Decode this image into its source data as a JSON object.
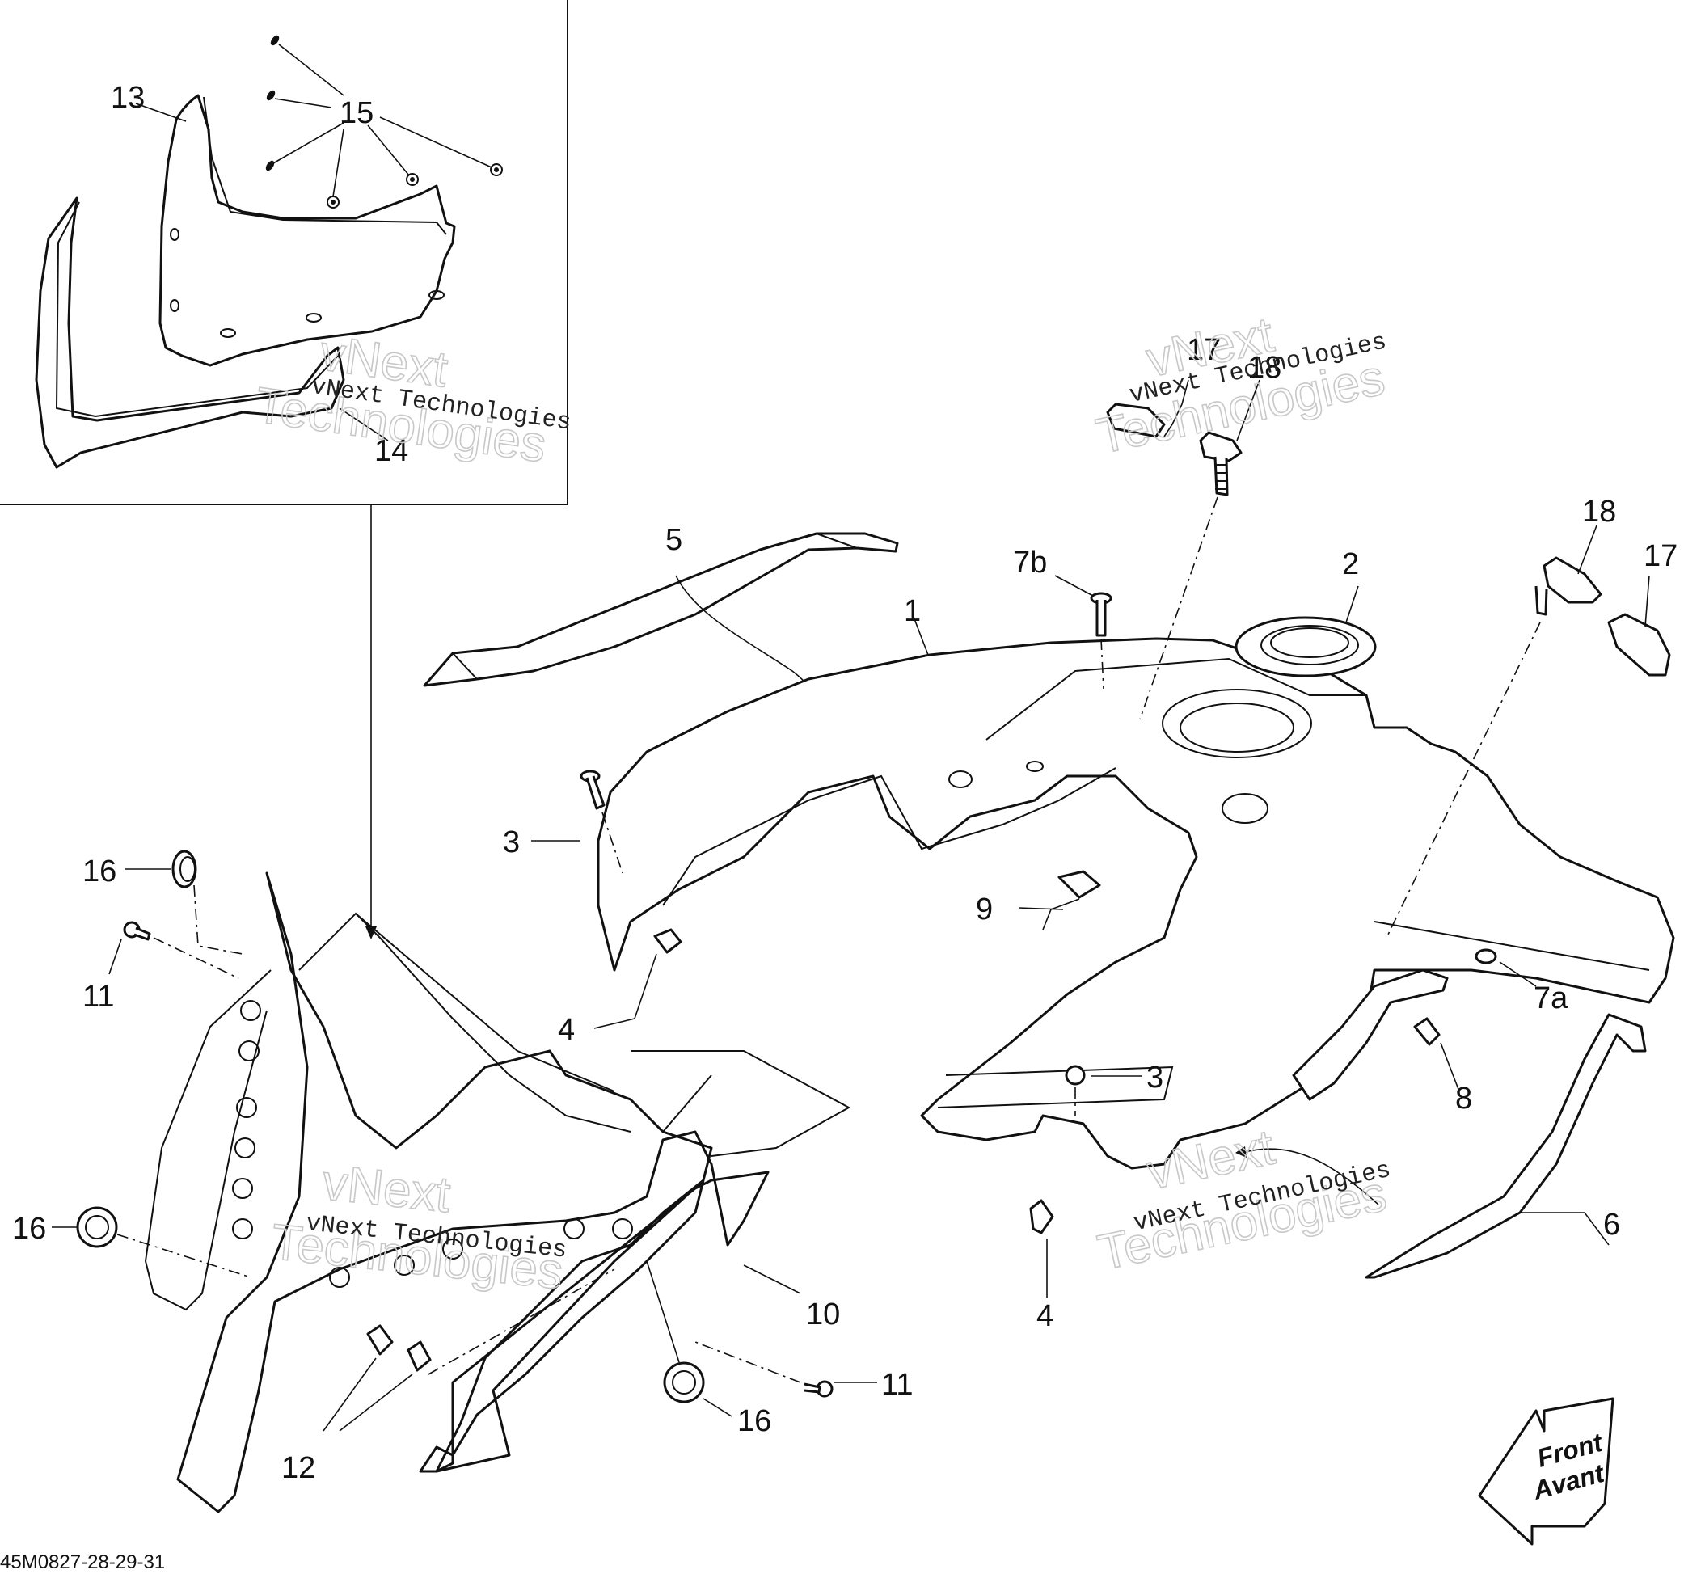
{
  "callouts": {
    "c13": "13",
    "c15": "15",
    "c14": "14",
    "c17a": "17",
    "c18a": "18",
    "c18b": "18",
    "c17b": "17",
    "c5": "5",
    "c7b": "7b",
    "c1": "1",
    "c2": "2",
    "c3a": "3",
    "c9": "9",
    "c4a": "4",
    "c16a": "16",
    "c11a": "11",
    "c3b": "3",
    "c7a": "7a",
    "c8": "8",
    "c6": "6",
    "c16b": "16",
    "c10": "10",
    "c4b": "4",
    "c11b": "11",
    "c16c": "16",
    "c12": "12"
  },
  "watermark": {
    "line1": "vNext Technologies",
    "line2": "vNext",
    "line3": "Technologies"
  },
  "front_arrow": {
    "line1": "Front",
    "line2": "Avant"
  },
  "drawing_code": "45M0827-28-29-31"
}
